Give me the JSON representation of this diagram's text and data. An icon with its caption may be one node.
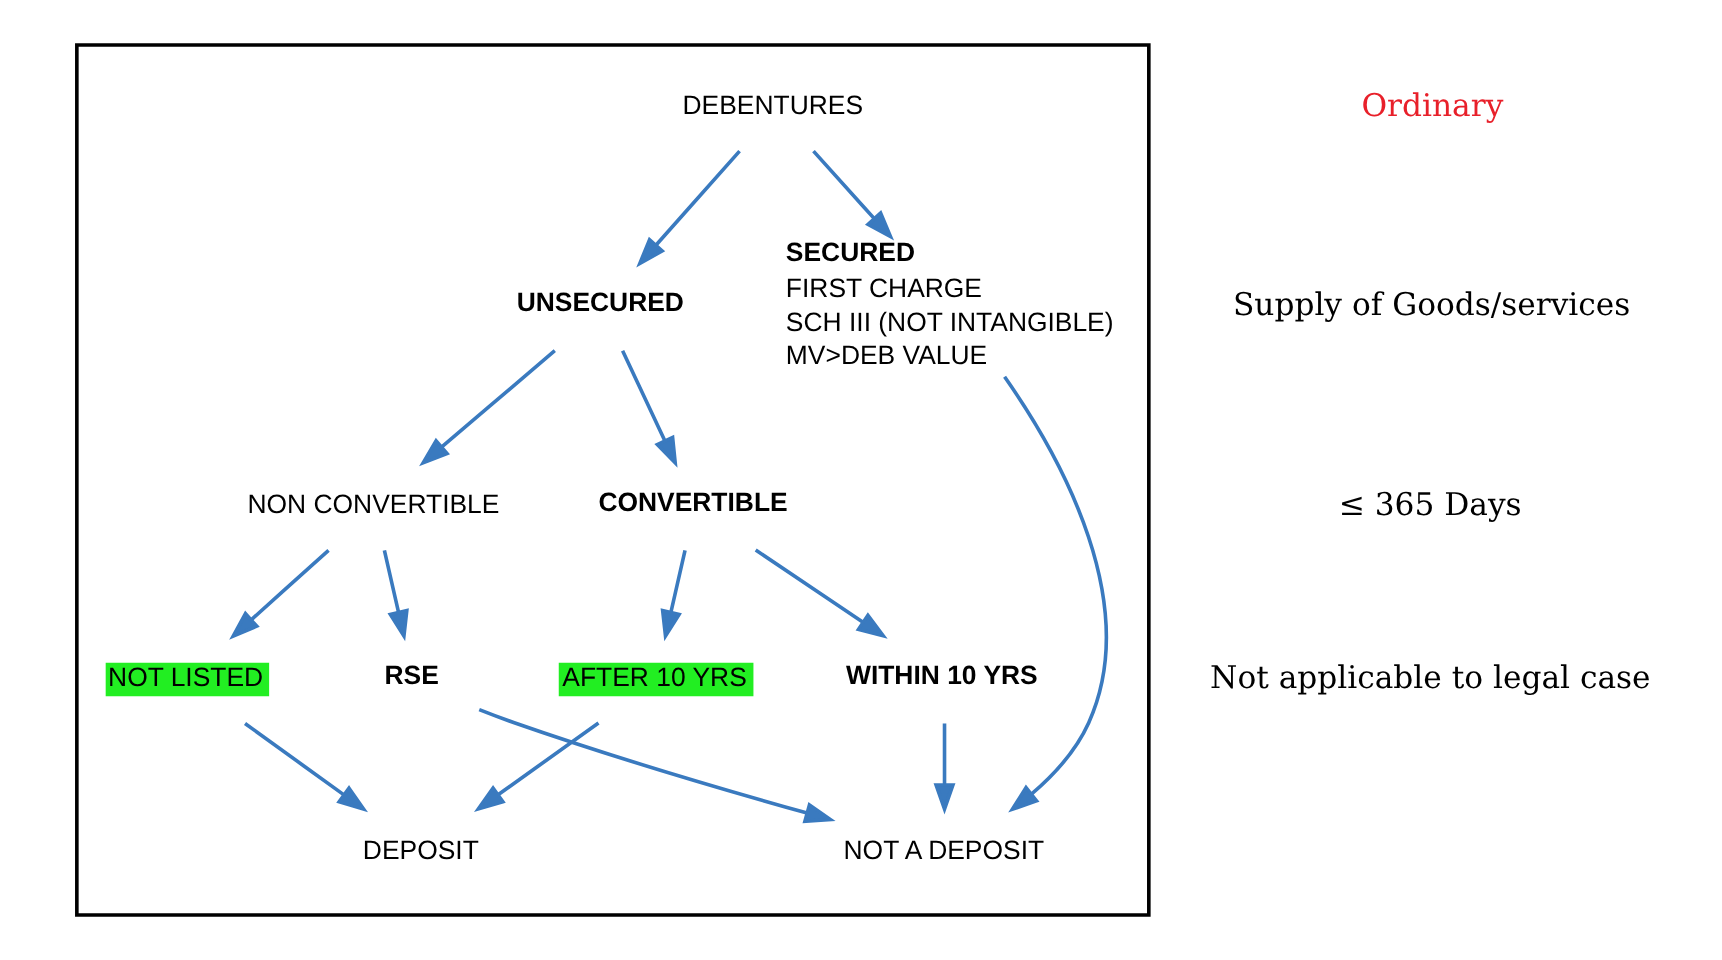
{
  "diagram": {
    "nodes": [
      {
        "text": [],
        "shape": "box"
      },
      {
        "text": [
          "DEBENTURES"
        ],
        "in": 0
      },
      {
        "text": [
          "SECURED",
          "FIRST CHARGE",
          "SCH III (NOT INTANGIBLE)",
          "MV>DEB VALUE"
        ],
        "in": 0
      },
      {
        "text": [
          "UNSECURED"
        ],
        "in": 0
      },
      {
        "text": [
          "NOT A DEPOSIT"
        ],
        "in": 0
      },
      {
        "text": [
          "CONVERTIBLE"
        ],
        "in": 0
      },
      {
        "text": [
          "NON CONVERTIBLE"
        ],
        "in": 0
      },
      {
        "text": [
          "WITHIN 10 YRS"
        ],
        "in": 0
      },
      {
        "text": [
          "RSE"
        ],
        "in": 0
      },
      {
        "text": [
          "NOT LISTED"
        ],
        "in": 0
      },
      {
        "text": [
          "AFTER 10 YRS"
        ],
        "in": 0
      },
      {
        "text": [
          "DEPOSIT"
        ],
        "in": 0
      }
    ],
    "edges": [
      {
        "from": 1,
        "to": 2,
        "arrow": "to"
      },
      {
        "from": 1,
        "to": 3,
        "arrow": "to"
      },
      {
        "from": 2,
        "to": 4,
        "arrow": "to"
      },
      {
        "from": 3,
        "to": 5,
        "arrow": "to"
      },
      {
        "from": 3,
        "to": 6,
        "arrow": "to"
      },
      {
        "from": 5,
        "to": 7,
        "arrow": "to"
      },
      {
        "from": 5,
        "to": 10,
        "arrow": "to"
      },
      {
        "from": 7,
        "to": 4,
        "arrow": "to"
      },
      {
        "from": 8,
        "to": 4,
        "arrow": "to"
      },
      {
        "from": 6,
        "to": 8,
        "arrow": "to"
      },
      {
        "from": 6,
        "to": 9,
        "arrow": "to"
      },
      {
        "from": 10,
        "to": 11,
        "arrow": "to"
      },
      {
        "from": 9,
        "to": 11,
        "arrow": "to"
      }
    ],
    "labels": [
      "Ordinary",
      "Supply of Goods/services",
      "≤ 365 Days",
      "Not applicable to legal case"
    ]
  }
}
